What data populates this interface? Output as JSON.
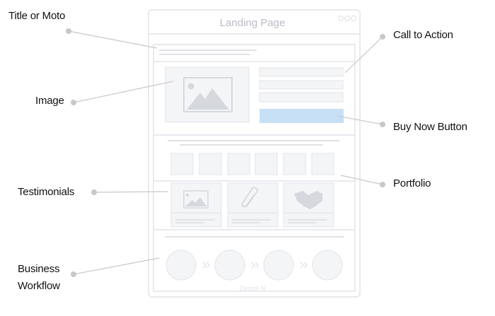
{
  "wireframe": {
    "title": "Landing Page",
    "footer": "Design N",
    "window_dots": "ooo"
  },
  "labels": {
    "title_moto": "Title or Moto",
    "image": "Image",
    "testimonials": "Testimonials",
    "business_workflow_1": "Business",
    "business_workflow_2": "Workflow",
    "call_to_action": "Call to Action",
    "buy_now": "Buy Now Button",
    "portfolio": "Portfolio"
  },
  "colors": {
    "frame": "#e2e4e8",
    "fill": "#f4f5f7",
    "accent": "#c7e0f6",
    "icon": "#d5d8dd"
  }
}
